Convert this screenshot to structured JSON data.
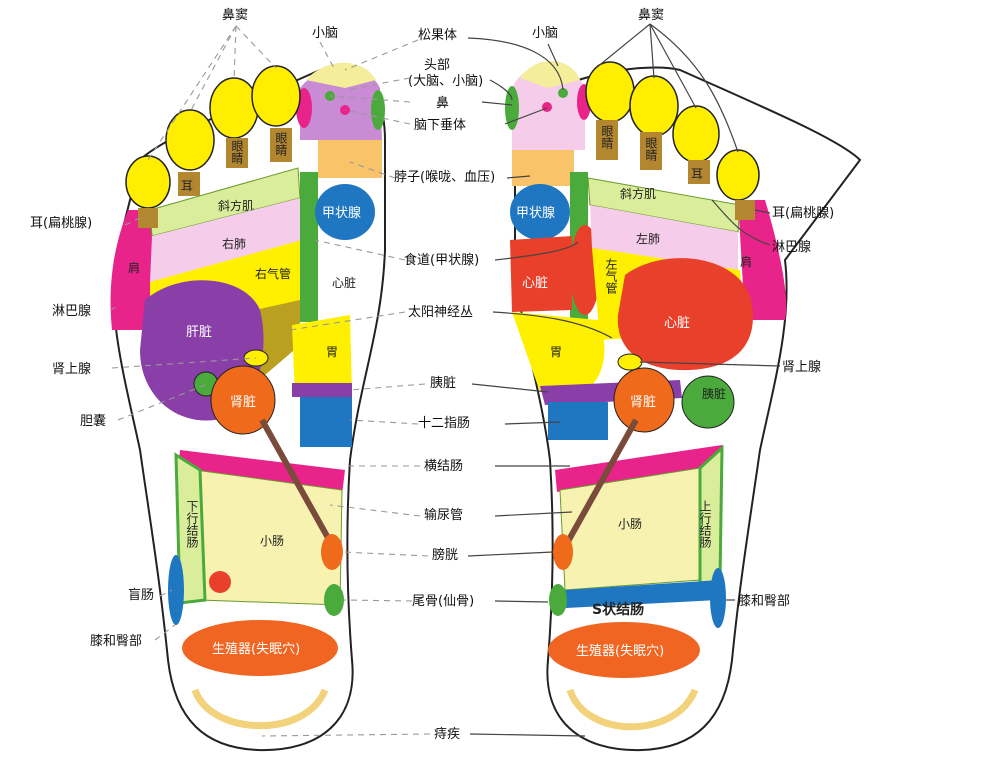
{
  "labels": {
    "sinus_left": "鼻窦",
    "sinus_right": "鼻窦",
    "cerebellum_left": "小脑",
    "cerebellum_right": "小脑",
    "pineal": "松果体",
    "head": "头部",
    "head_sub": "(大脑、小脑)",
    "nose": "鼻",
    "pituitary": "脑下垂体",
    "neck": "脖子(喉咙、血压)",
    "ear_left": "耳(扁桃腺)",
    "ear_right": "耳(扁桃腺)",
    "lymph_left": "淋巴腺",
    "lymph_right": "淋巴腺",
    "esophagus": "食道(甲状腺)",
    "solar_plexus": "太阳神经丛",
    "adrenal_left": "肾上腺",
    "adrenal_right": "肾上腺",
    "gallbladder": "胆囊",
    "pancreas": "胰脏",
    "duodenum": "十二指肠",
    "transverse_colon": "横结肠",
    "ureter": "输尿管",
    "bladder": "膀胱",
    "coccyx": "尾骨(仙骨)",
    "appendix": "盲肠",
    "knee_left": "膝和臀部",
    "knee_right": "膝和臀部",
    "hemorrhoids": "痔疾"
  },
  "organs": {
    "ear": "耳",
    "eye": "眼睛",
    "trapezius": "斜方肌",
    "right_lung": "右肺",
    "left_lung": "左肺",
    "right_bronchus": "右气管",
    "left_bronchus": "左气管",
    "liver": "肝脏",
    "kidney": "肾脏",
    "thyroid": "甲状腺",
    "heart": "心脏",
    "stomach": "胃",
    "pancreas": "胰脏",
    "descending_colon": "下行结肠",
    "ascending_colon": "上行结肠",
    "small_intestine": "小肠",
    "s_colon": "S状结肠",
    "reproductive": "生殖器(失眠穴)",
    "shoulder": "肩"
  },
  "colors": {
    "toe": "#ffee00",
    "toe_brown": "#b3872f",
    "big_toe_top": "#f4ee9a",
    "head_purple": "#c98bd4",
    "magenta": "#e8248a",
    "green": "#4aaa3c",
    "light_green": "#d9ed9b",
    "pink_lung": "#f5cdea",
    "yellow": "#fff000",
    "liver": "#8a3ea8",
    "orange_red": "#f06522",
    "kidney": "#ef6a1b",
    "blue": "#1f77c2",
    "red": "#e8402a",
    "pale_yellow": "#f7f2b0",
    "pale_orange": "#f9c36a"
  }
}
